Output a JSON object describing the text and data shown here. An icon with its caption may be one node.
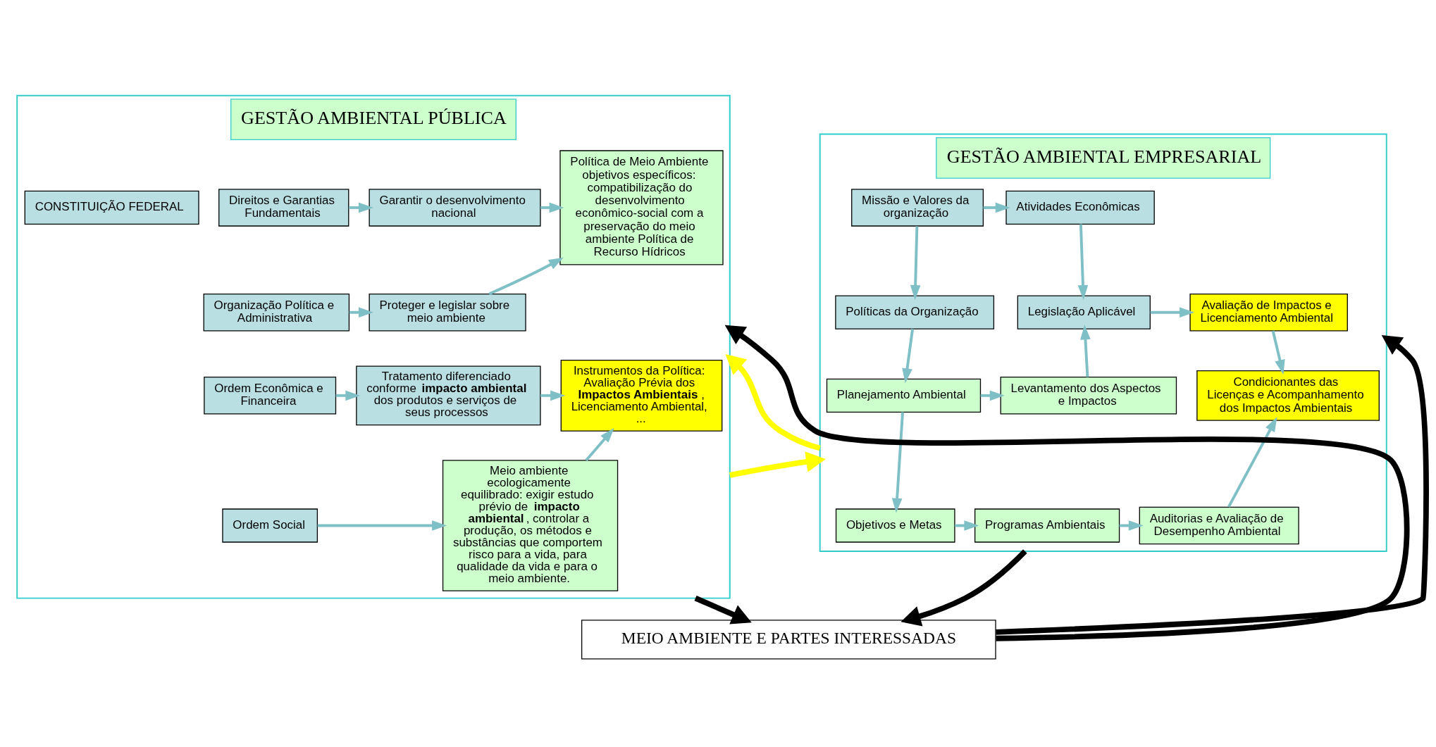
{
  "diagram": {
    "nodes": [
      {
        "text": [
          "GESTÃO AMBIENTAL PÚBLICA"
        ]
      },
      {
        "text": [
          "CONSTITUIÇÃO FEDERAL"
        ],
        "in": 0
      },
      {
        "text": [
          "Direitos e Garantias Fundamentais"
        ],
        "in": 0
      },
      {
        "text": [
          "Garantir o desenvolvimento nacional"
        ],
        "in": 0
      },
      {
        "text": [
          "Organização Política e Administrativa"
        ],
        "in": 0
      },
      {
        "text": [
          "Proteger e legislar sobre meio ambiente"
        ],
        "in": 0
      },
      {
        "text": [
          "Ordem Econômica e Financeira"
        ],
        "in": 0
      },
      {
        "text": [
          "Tratamento diferenciado conforme **impacto ambiental** dos produtos e serviços de seus processos"
        ],
        "in": 0
      },
      {
        "text": [
          "Ordem Social"
        ],
        "in": 0
      },
      {
        "text": [
          "Meio ambiente ecologicamente equilibrado: exigir estudo prévio de **impacto ambiental**, controlar a produção, os métodos e substâncias que comportem risco para a vida, para qualidade da vida e para o meio ambiente."
        ],
        "in": 0
      },
      {
        "text": [
          "Política de Meio Ambiente objetivos específicos: compatibilização do desenvolvimento econômico-social com a preservação do meio ambiente Política de Recurso Hídricos"
        ],
        "in": 0
      },
      {
        "text": [
          "Instrumentos da Política: Avaliação Prévia dos **Impactos Ambientais**, Licenciamento Ambiental, ..."
        ],
        "in": 0
      },
      {
        "text": [
          "GESTÃO AMBIENTAL EMPRESARIAL"
        ]
      },
      {
        "text": [
          "Avaliação de Impactos e Licenciamento Ambiental"
        ],
        "in": 12
      },
      {
        "text": [
          "Atividades Econômicas"
        ],
        "in": 12
      },
      {
        "text": [
          "Missão e Valores da organização"
        ],
        "in": 12
      },
      {
        "text": [
          "Condicionantes das Licenças e Acompanhamento dos Impactos Ambientais"
        ],
        "in": 12
      },
      {
        "text": [
          "Legislação Aplicável"
        ],
        "in": 12
      },
      {
        "text": [
          "Políticas da Organização"
        ],
        "in": 12
      },
      {
        "text": [
          "Levantamento dos Aspectos e Impactos"
        ],
        "in": 12
      },
      {
        "text": [
          "Planejamento Ambiental"
        ],
        "in": 12
      },
      {
        "text": [
          "Auditorias e Avaliação de Desempenho Ambiental"
        ],
        "in": 12
      },
      {
        "text": [
          "Programas Ambientais"
        ],
        "in": 12
      },
      {
        "text": [
          "Objetivos e Metas"
        ],
        "in": 12
      },
      {
        "text": [
          "MEIO AMBIENTE E PARTES INTERESSADAS"
        ]
      }
    ],
    "edges": [
      {
        "from": 2,
        "to": 3,
        "arrow": "to"
      },
      {
        "from": 4,
        "to": 5,
        "arrow": "to"
      },
      {
        "from": 6,
        "to": 7,
        "arrow": "to"
      },
      {
        "from": 8,
        "to": 9,
        "arrow": "to"
      },
      {
        "from": 3,
        "to": 10,
        "arrow": "to"
      },
      {
        "from": 5,
        "to": 10,
        "arrow": "to"
      },
      {
        "from": 7,
        "to": 11,
        "arrow": "to"
      },
      {
        "from": 9,
        "to": 11,
        "arrow": "to"
      },
      {
        "from": 15,
        "to": 14,
        "arrow": "to"
      },
      {
        "from": 15,
        "to": 18,
        "arrow": "to"
      },
      {
        "from": 14,
        "to": 17,
        "arrow": "to"
      },
      {
        "from": 17,
        "to": 13,
        "arrow": "to"
      },
      {
        "from": 13,
        "to": 16,
        "arrow": "to"
      },
      {
        "from": 19,
        "to": 17,
        "arrow": "to"
      },
      {
        "from": 18,
        "to": 20,
        "arrow": "to"
      },
      {
        "from": 20,
        "to": 19,
        "arrow": "to"
      },
      {
        "from": 20,
        "to": 23,
        "arrow": "to"
      },
      {
        "from": 23,
        "to": 22,
        "arrow": "to"
      },
      {
        "from": 22,
        "to": 21,
        "arrow": "to"
      },
      {
        "from": 21,
        "to": 16,
        "arrow": "to"
      },
      {
        "from": 0,
        "to": 12,
        "arrow": "to",
        "style": "thick",
        "color": "#ffff00"
      },
      {
        "from": 12,
        "to": 0,
        "arrow": "to",
        "style": "thick",
        "color": "#ffff00"
      },
      {
        "from": 0,
        "to": 24,
        "arrow": "to",
        "style": "thick",
        "color": "#000000"
      },
      {
        "from": 24,
        "to": 0,
        "arrow": "to",
        "style": "thick",
        "color": "#000000"
      },
      {
        "from": 12,
        "to": 24,
        "arrow": "to",
        "style": "thick",
        "color": "#000000"
      },
      {
        "from": 24,
        "to": 12,
        "arrow": "to",
        "style": "thick",
        "color": "#000000"
      }
    ]
  }
}
